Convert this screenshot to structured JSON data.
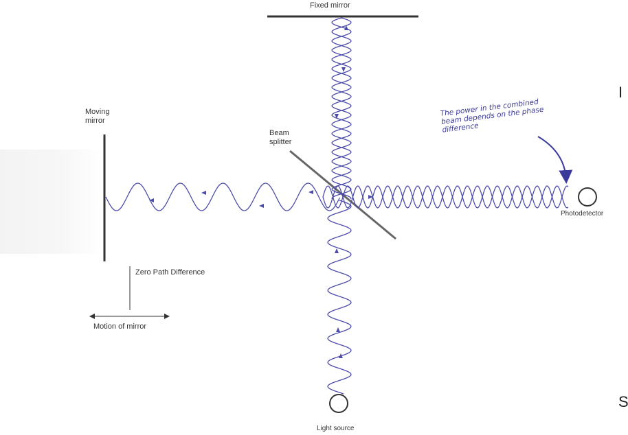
{
  "labels": {
    "fixed_mirror": "Fixed mirror",
    "moving_mirror": "Moving\nmirror",
    "beam_splitter": "Beam\nsplitter",
    "photodetector": "Photodetector",
    "zero_path": "Zero Path Difference",
    "motion": "Motion of mirror",
    "light_source": "Light source",
    "note": "The power in the combined\nbeam depends on the phase\ndifference"
  },
  "edge_text": {
    "top_right": "I",
    "bottom_right": "S"
  },
  "colors": {
    "wave": "#4b4bab",
    "mirror": "#333333",
    "splitter": "#666666",
    "ref_line": "#999999",
    "note": "#3a3a9a"
  }
}
